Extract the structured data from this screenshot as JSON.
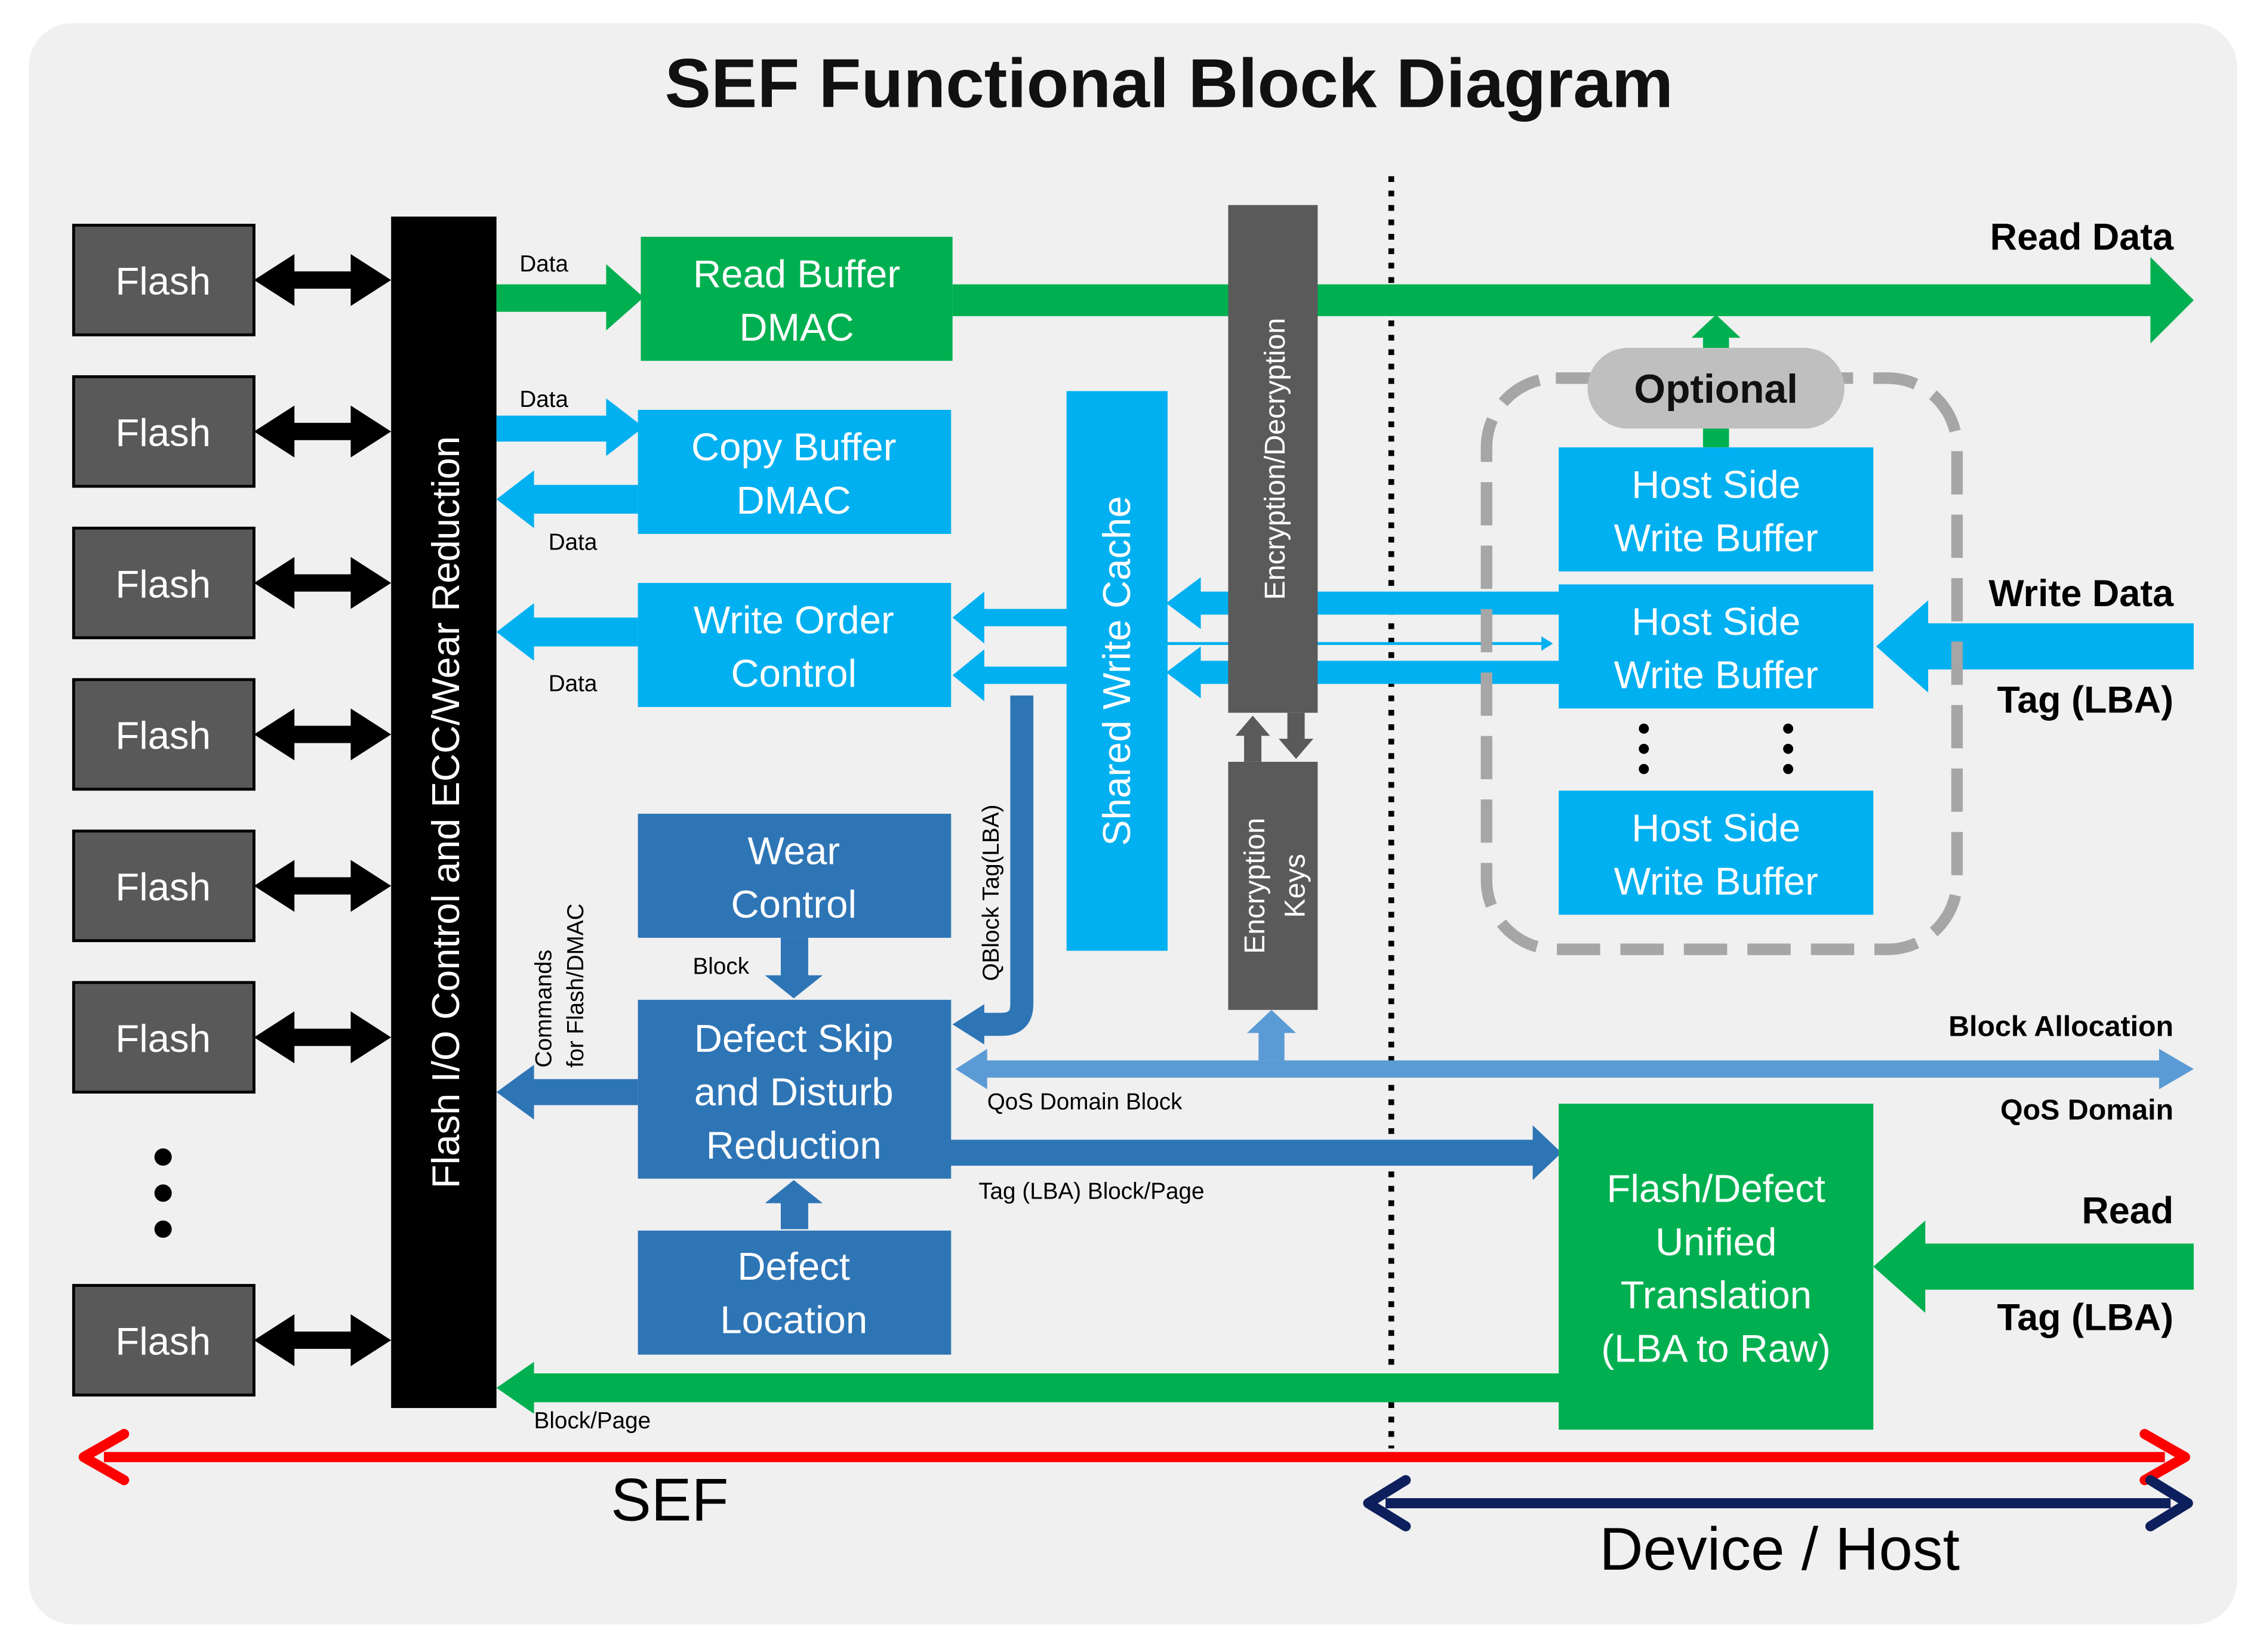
{
  "title": "SEF Functional Block Diagram",
  "colors": {
    "green": "#00b050",
    "cyan": "#00b0f0",
    "blue": "#2e75b6",
    "lightblue": "#5b9bd5",
    "gray": "#5a5a5a",
    "black": "#000000",
    "red": "#ff0000",
    "navy": "#0d1f5c"
  },
  "flash": {
    "label": "Flash",
    "ellipsis": "…"
  },
  "io_bar": "Flash I/O Control and ECC/Wear Reduction",
  "blocks": {
    "read_buffer": [
      "Read Buffer",
      "DMAC"
    ],
    "copy_buffer": [
      "Copy Buffer",
      "DMAC"
    ],
    "write_order": [
      "Write Order",
      "Control"
    ],
    "wear_control": [
      "Wear",
      "Control"
    ],
    "defect_skip": [
      "Defect Skip",
      "and Disturb",
      "Reduction"
    ],
    "defect_location": [
      "Defect",
      "Location"
    ],
    "shared_write_cache": "Shared Write Cache",
    "encryption": "Encryption/Decryption",
    "encryption_keys": [
      "Encryption",
      "Keys"
    ],
    "host_write_buffer": [
      "Host Side",
      "Write Buffer"
    ],
    "optional": "Optional",
    "translation": [
      "Flash/Defect",
      "Unified",
      "Translation",
      "(LBA to Raw)"
    ]
  },
  "labels": {
    "data": "Data",
    "block": "Block",
    "commands": [
      "Commands",
      "for Flash/DMAC"
    ],
    "qblock": "QBlock Tag(LBA)",
    "qos_block": "QoS Domain Block",
    "tag_block_page": "Tag (LBA) Block/Page",
    "block_page": "Block/Page",
    "read_data": "Read Data",
    "write_data": "Write Data",
    "tag_lba": "Tag (LBA)",
    "block_allocation": "Block Allocation",
    "qos_domain": "QoS Domain",
    "read": "Read",
    "sef": "SEF",
    "device_host": "Device / Host"
  }
}
